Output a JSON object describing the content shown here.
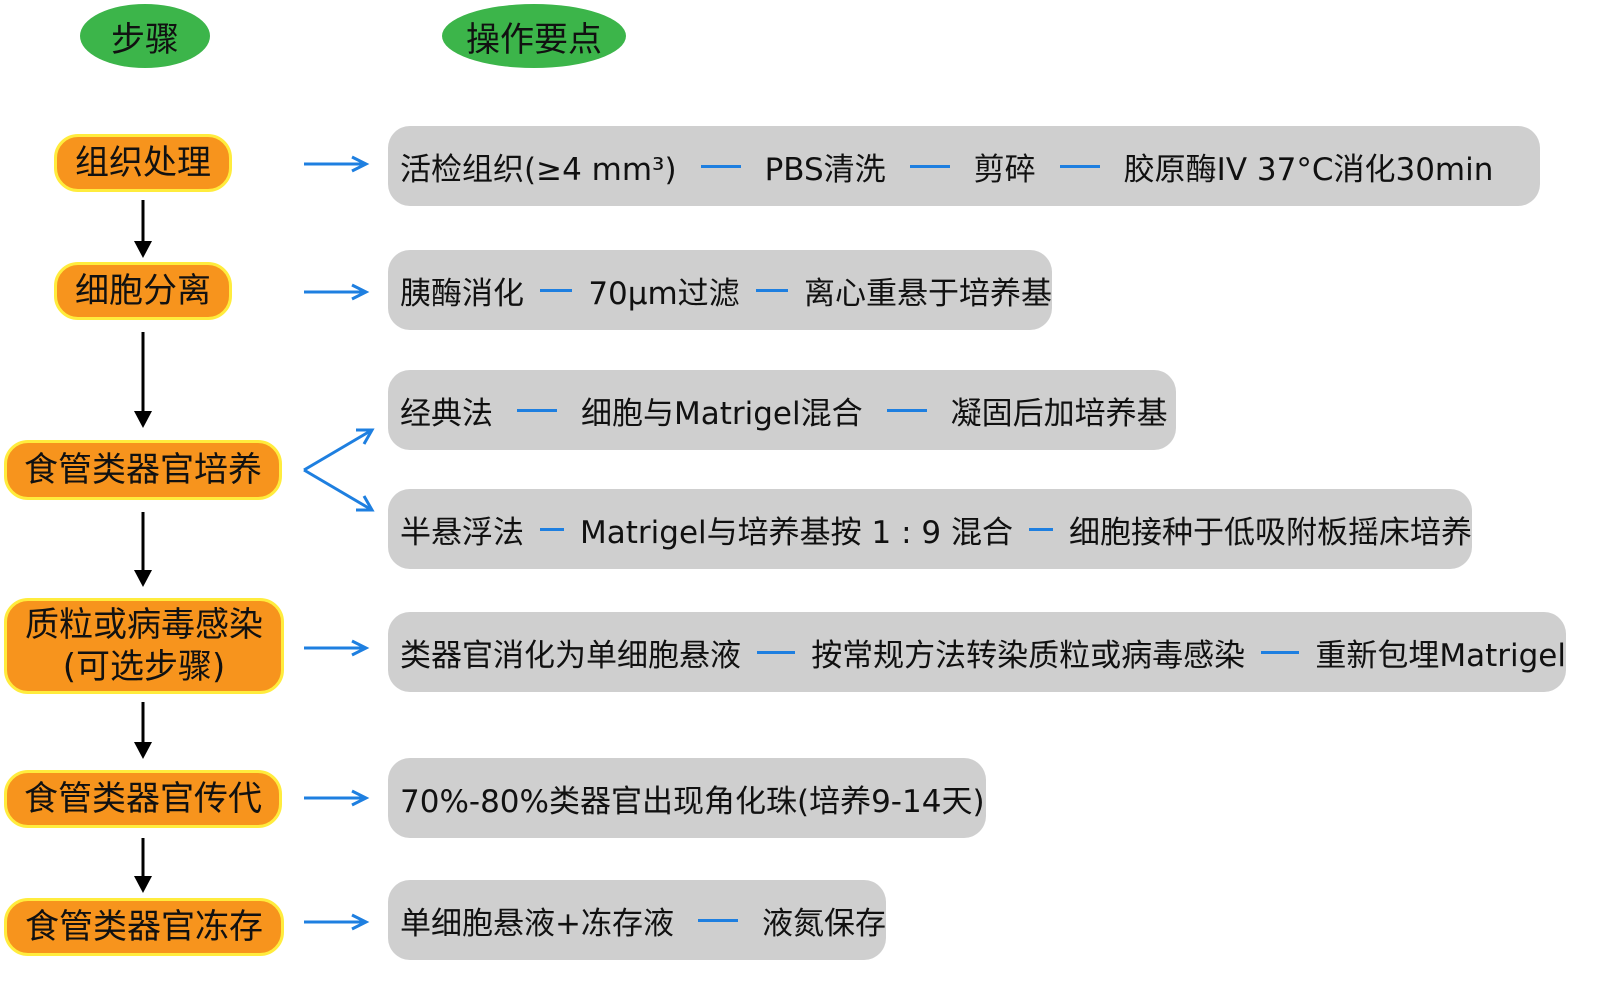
{
  "headers": {
    "steps": "步骤",
    "key_points": "操作要点"
  },
  "steps": [
    {
      "label": "组织处理"
    },
    {
      "label": "细胞分离"
    },
    {
      "label": "食管类器官培养"
    },
    {
      "label": "质粒或病毒感染",
      "sublabel": "(可选步骤)"
    },
    {
      "label": "食管类器官传代"
    },
    {
      "label": "食管类器官冻存"
    }
  ],
  "details": {
    "tissue": [
      "活检组织(≥4 mm³)",
      "PBS清洗",
      "剪碎",
      "胶原酶IV 37°C消化30min"
    ],
    "separation": [
      "胰酶消化",
      "70μm过滤",
      "离心重悬于培养基"
    ],
    "culture_classic": [
      "经典法",
      "细胞与Matrigel混合",
      "凝固后加培养基"
    ],
    "culture_semi": [
      "半悬浮法",
      "Matrigel与培养基按 1 : 9 混合",
      "细胞接种于低吸附板摇床培养"
    ],
    "infection": [
      "类器官消化为单细胞悬液",
      "按常规方法转染质粒或病毒感染",
      "重新包埋Matrigel"
    ],
    "passage": [
      "70%-80%类器官出现角化珠(培养9-14天)"
    ],
    "freeze": [
      "单细胞悬液+冻存液",
      "液氮保存"
    ]
  },
  "colors": {
    "header_green": "#3cb54a",
    "step_orange": "#f7941d",
    "step_border_yellow": "#ffec3d",
    "detail_gray": "#cfcfcf",
    "connector_blue": "#1e7fe0",
    "flow_arrow_black": "#000000"
  }
}
